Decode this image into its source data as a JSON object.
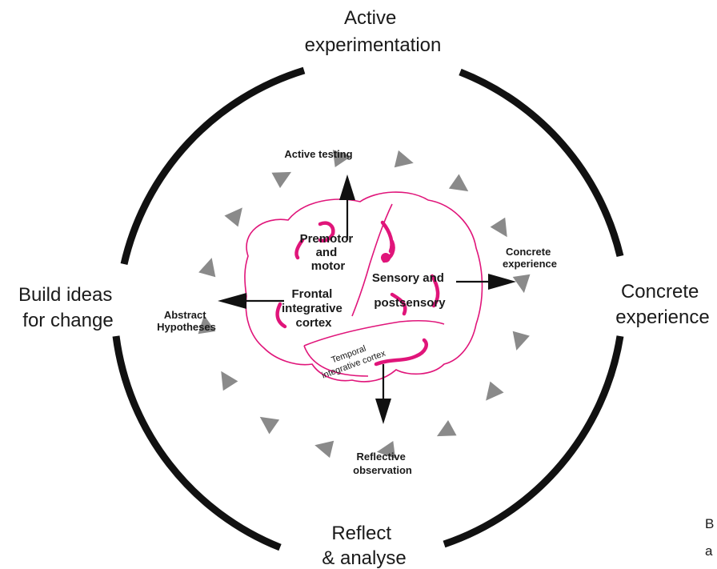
{
  "stages": {
    "top": [
      "Active",
      "experimentation"
    ],
    "right": [
      "Concrete",
      "experience"
    ],
    "bottom": [
      "Reflect",
      "& analyse"
    ],
    "left": [
      "Build ideas",
      "for change"
    ]
  },
  "inner_labels": {
    "top": "Active testing",
    "right": [
      "Concrete",
      "experience"
    ],
    "bottom": [
      "Reflective",
      "observation"
    ],
    "left": [
      "Abstract",
      "Hypotheses"
    ]
  },
  "brain_regions": {
    "premotor": [
      "Premotor",
      "and",
      "motor"
    ],
    "frontal": [
      "Frontal",
      "integrative",
      "cortex"
    ],
    "sensory": [
      "Sensory and",
      "postsensory"
    ],
    "temporal": [
      "Temporal",
      "integrative cortex"
    ]
  },
  "edge_fragment": [
    "B",
    "a"
  ],
  "colors": {
    "ring": "#111111",
    "arrowheads": "#8a8a8a",
    "brain": "#e0157a"
  }
}
